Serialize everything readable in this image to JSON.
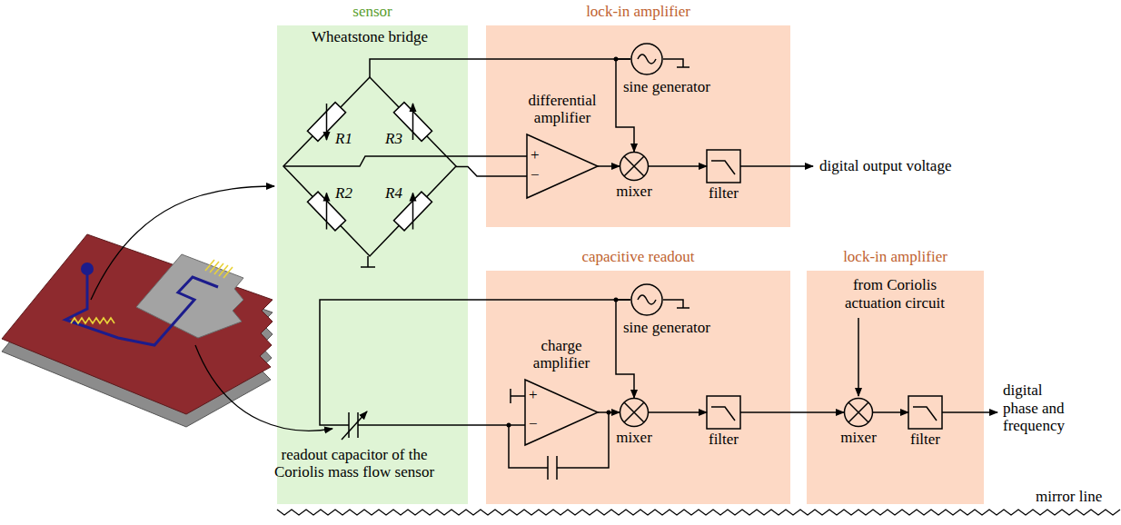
{
  "diagram": {
    "nodes": [
      {
        "text": [
          "sensor"
        ]
      },
      {
        "text": [
          "lock-in amplifier"
        ]
      },
      {
        "text": [
          "capacitive readout"
        ]
      },
      {
        "text": [
          "lock-in amplifier"
        ]
      },
      {
        "text": [
          "Wheatstone bridge"
        ],
        "in": 0
      },
      {
        "text": [
          "readout capacitor of the Coriolis mass flow sensor"
        ],
        "in": 0
      },
      {
        "text": [
          "sine generator"
        ],
        "in": 1
      },
      {
        "text": [
          "differential amplifier"
        ],
        "in": 1
      },
      {
        "text": [
          "mixer"
        ],
        "in": 1
      },
      {
        "text": [
          "filter"
        ],
        "in": 1
      },
      {
        "text": [
          "sine generator"
        ],
        "in": 2
      },
      {
        "text": [
          "charge amplifier"
        ],
        "in": 2
      },
      {
        "text": [
          "mixer"
        ],
        "in": 2
      },
      {
        "text": [
          "filter"
        ],
        "in": 2
      },
      {
        "text": [
          "mixer"
        ],
        "in": 3
      },
      {
        "text": [
          "filter"
        ],
        "in": 3
      }
    ],
    "edges": [
      {
        "from": 6,
        "to": 4,
        "arrow": "none"
      },
      {
        "from": 6,
        "to": 8,
        "arrow": "to"
      },
      {
        "from": 4,
        "to": 7,
        "arrow": "none"
      },
      {
        "from": 7,
        "to": 8,
        "arrow": "to"
      },
      {
        "from": 8,
        "to": 9,
        "arrow": "to"
      },
      {
        "from": 10,
        "to": 5,
        "arrow": "none"
      },
      {
        "from": 10,
        "to": 12,
        "arrow": "to"
      },
      {
        "from": 5,
        "to": 11,
        "arrow": "none"
      },
      {
        "from": 11,
        "to": 12,
        "arrow": "to"
      },
      {
        "from": 12,
        "to": 13,
        "arrow": "to"
      },
      {
        "from": 13,
        "to": 14,
        "arrow": "to"
      },
      {
        "from": 14,
        "to": 15,
        "arrow": "to"
      }
    ],
    "labels": [
      "R1",
      "R2",
      "R3",
      "R4",
      "digital output voltage",
      "from Coriolis actuation circuit",
      "digital phase and frequency",
      "mirror line",
      "+",
      "−",
      "+",
      "−"
    ]
  }
}
